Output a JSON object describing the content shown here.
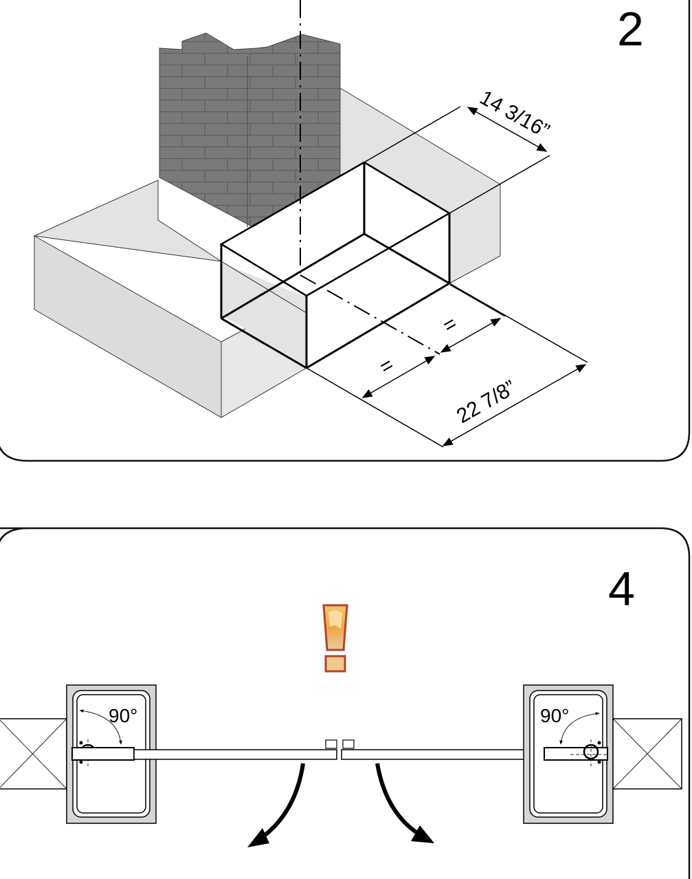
{
  "step2": {
    "number": "2",
    "dim_depth": "14 3/16”",
    "dim_width": "22 7/8”",
    "equal_a": "=",
    "equal_b": "="
  },
  "step4": {
    "number": "4",
    "angle_left": "90°",
    "angle_right": "90°",
    "warning_icon": "exclamation-warning-icon"
  },
  "colors": {
    "brick": "#7a7a7a",
    "slab": "#e3e3e3",
    "post": "#d6d6d6",
    "warning_top": "#f3b24a",
    "warning_border": "#b0442a"
  }
}
